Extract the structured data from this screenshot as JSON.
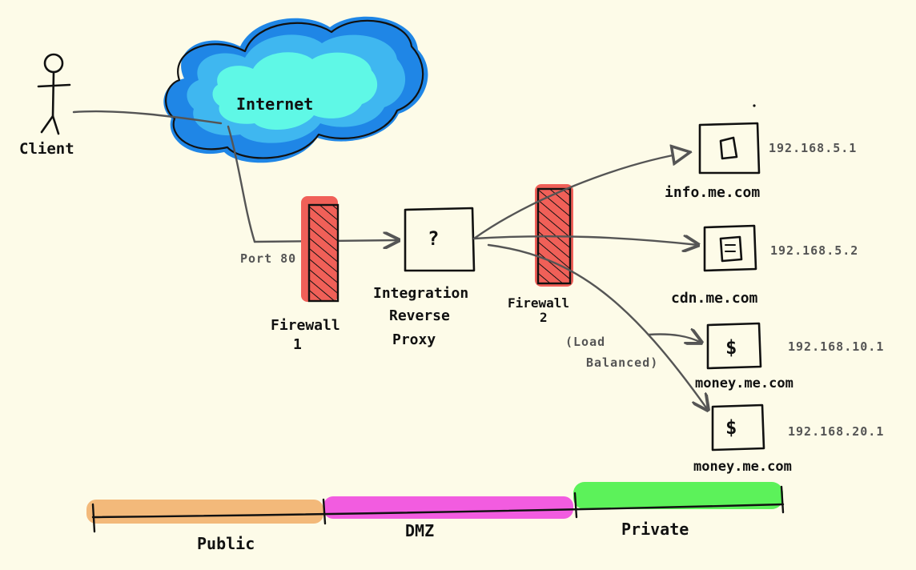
{
  "client": {
    "label": "Client"
  },
  "internet": {
    "label": "Internet"
  },
  "port": {
    "label": "Port 80"
  },
  "firewall1": {
    "line1": "Firewall",
    "line2": "1"
  },
  "proxy": {
    "icon": "?",
    "line1": "Integration",
    "line2": "Reverse",
    "line3": "Proxy"
  },
  "firewall2": {
    "line1": "Firewall",
    "line2": "2"
  },
  "load_balanced": {
    "line1": "(Load",
    "line2": "Balanced)"
  },
  "servers": [
    {
      "name": "info.me.com",
      "ip": "192.168.5.1",
      "icon": "document-icon"
    },
    {
      "name": "cdn.me.com",
      "ip": "192.168.5.2",
      "icon": "file-icon"
    },
    {
      "name": "money.me.com",
      "ip": "192.168.10.1",
      "icon": "$"
    },
    {
      "name": "money.me.com",
      "ip": "192.168.20.1",
      "icon": "$"
    }
  ],
  "zones": [
    {
      "label": "Public",
      "color": "#f3b97a"
    },
    {
      "label": "DMZ",
      "color": "#f25ce0"
    },
    {
      "label": "Private",
      "color": "#5cf25a"
    }
  ],
  "colors": {
    "firewall": "#f06058",
    "cloud_outer": "#1f86e6",
    "cloud_mid": "#3fb7f0",
    "cloud_inner": "#5ff8e6"
  }
}
